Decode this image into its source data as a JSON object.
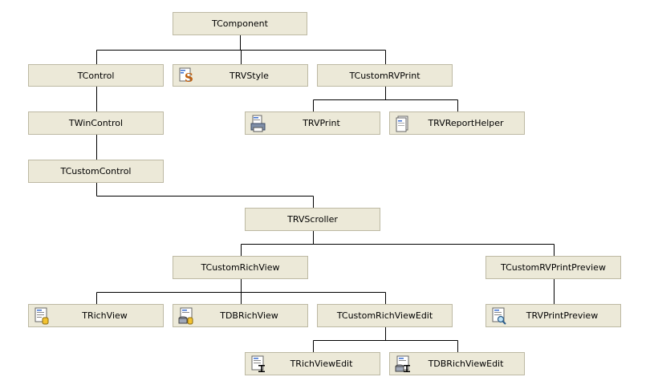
{
  "nodes": {
    "tcomponent": {
      "label": "TComponent"
    },
    "tcontrol": {
      "label": "TControl"
    },
    "trvstyle": {
      "label": "TRVStyle",
      "icon": "style-s-icon"
    },
    "tcustomrvprint": {
      "label": "TCustomRVPrint"
    },
    "twincontrol": {
      "label": "TWinControl"
    },
    "trvprint": {
      "label": "TRVPrint",
      "icon": "printer-icon"
    },
    "trvreporthelper": {
      "label": "TRVReportHelper",
      "icon": "document-icon"
    },
    "tcustomcontrol": {
      "label": "TCustomControl"
    },
    "trvscroller": {
      "label": "TRVScroller"
    },
    "tcustomrichview": {
      "label": "TCustomRichView"
    },
    "tcustomrvprintpreview": {
      "label": "TCustomRVPrintPreview"
    },
    "trichview": {
      "label": "TRichView",
      "icon": "richview-icon"
    },
    "tdbrichview": {
      "label": "TDBRichView",
      "icon": "db-richview-icon"
    },
    "tcustomrichviewedit": {
      "label": "TCustomRichViewEdit"
    },
    "trvprintpreview": {
      "label": "TRVPrintPreview",
      "icon": "print-preview-icon"
    },
    "trichviewedit": {
      "label": "TRichViewEdit",
      "icon": "richview-edit-icon"
    },
    "tdbrichviewedit": {
      "label": "TDBRichViewEdit",
      "icon": "db-richview-edit-icon"
    }
  },
  "edges": [
    [
      "tcomponent",
      "tcontrol"
    ],
    [
      "tcomponent",
      "trvstyle"
    ],
    [
      "tcomponent",
      "tcustomrvprint"
    ],
    [
      "tcustomrvprint",
      "trvprint"
    ],
    [
      "tcustomrvprint",
      "trvreporthelper"
    ],
    [
      "tcontrol",
      "twincontrol"
    ],
    [
      "twincontrol",
      "tcustomcontrol"
    ],
    [
      "tcustomcontrol",
      "trvscroller"
    ],
    [
      "trvscroller",
      "tcustomrichview"
    ],
    [
      "trvscroller",
      "tcustomrvprintpreview"
    ],
    [
      "tcustomrichview",
      "trichview"
    ],
    [
      "tcustomrichview",
      "tdbrichview"
    ],
    [
      "tcustomrichview",
      "tcustomrichviewedit"
    ],
    [
      "tcustomrvprintpreview",
      "trvprintpreview"
    ],
    [
      "tcustomrichviewedit",
      "trichviewedit"
    ],
    [
      "tcustomrichviewedit",
      "tdbrichviewedit"
    ]
  ]
}
